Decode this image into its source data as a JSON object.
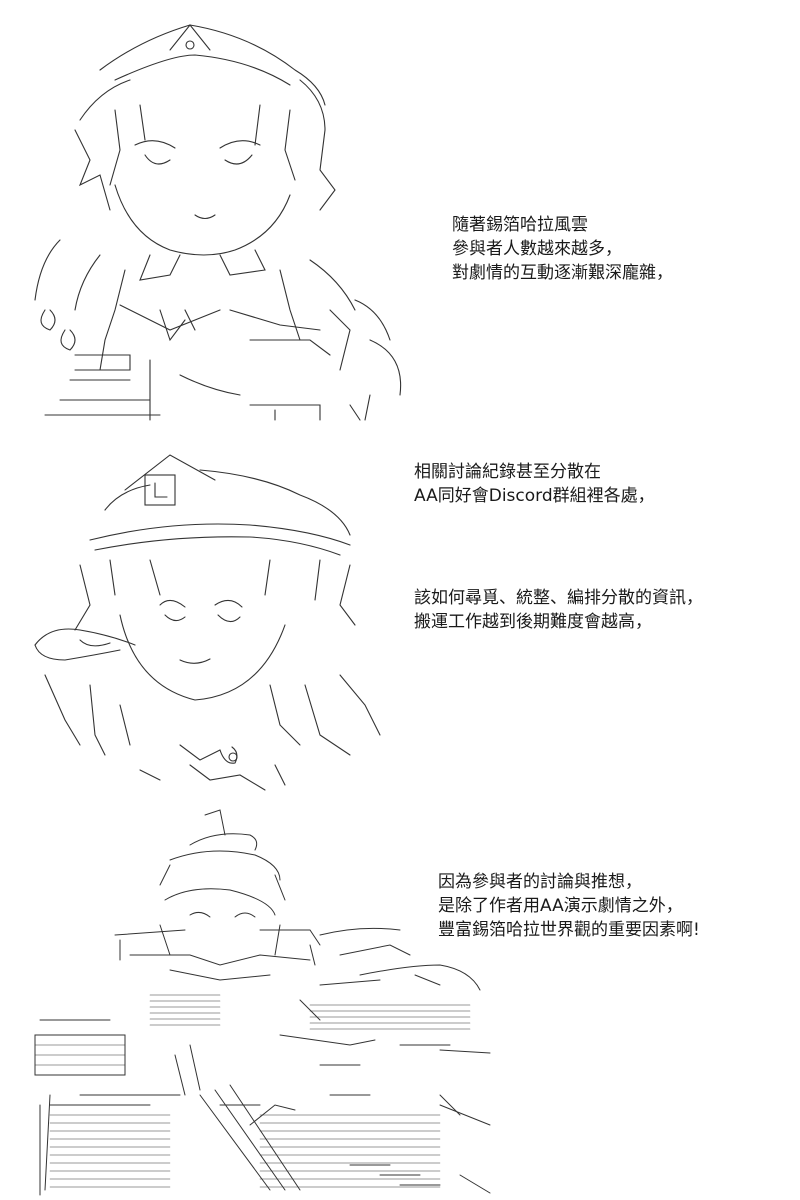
{
  "panel_1": {
    "caption": [
      "隨著錫箔哈拉風雲",
      "參與者人數越來越多，",
      "對劇情的互動逐漸艱深龐雜，"
    ]
  },
  "panel_2": {
    "caption_a": [
      "相關討論紀錄甚至分散在",
      "AA同好會Discord群組裡各處，"
    ],
    "caption_b": [
      "該如何尋覓、統整、編排分散的資訊，",
      "搬運工作越到後期難度會越高，"
    ]
  },
  "panel_3": {
    "caption": [
      "因為參與者的討論與推想，",
      "是除了作者用AA演示劇情之外，",
      "豐富錫箔哈拉世界觀的重要因素啊!"
    ]
  },
  "colors": {
    "ink": "#1a1a1a",
    "background": "#ffffff"
  }
}
